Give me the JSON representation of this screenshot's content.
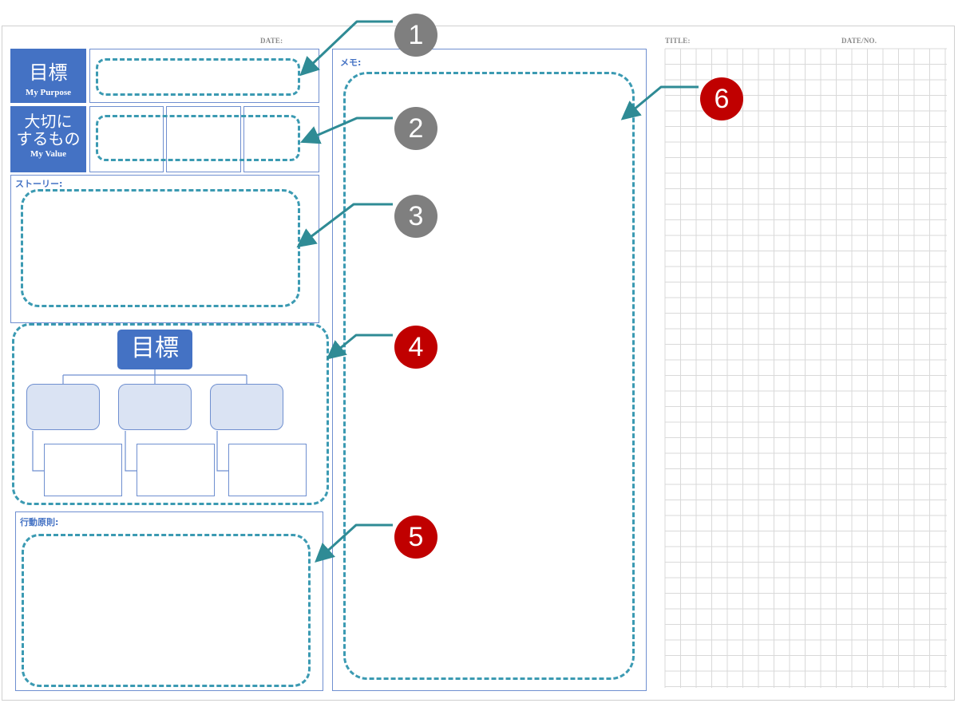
{
  "header": {
    "date_label": "DATE:",
    "title_label": "TITLE:",
    "date_no_label": "DATE/NO."
  },
  "purpose": {
    "jp": "目標",
    "en": "My Purpose"
  },
  "value": {
    "jp_line1": "大切に",
    "jp_line2": "するもの",
    "en": "My Value"
  },
  "story": {
    "label": "ストーリー:"
  },
  "memo": {
    "label": "メモ:"
  },
  "goal_tree": {
    "root_label": "目標"
  },
  "principles": {
    "label": "行動原則:"
  },
  "callouts": [
    "1",
    "2",
    "3",
    "4",
    "5",
    "6"
  ],
  "colors": {
    "accent_blue": "#4472c4",
    "light_blue": "#dae3f3",
    "dash_teal": "#3b9ab2",
    "badge_gray": "#7f7f7f",
    "badge_red": "#c00000",
    "grid_line": "#d9d9d9"
  }
}
